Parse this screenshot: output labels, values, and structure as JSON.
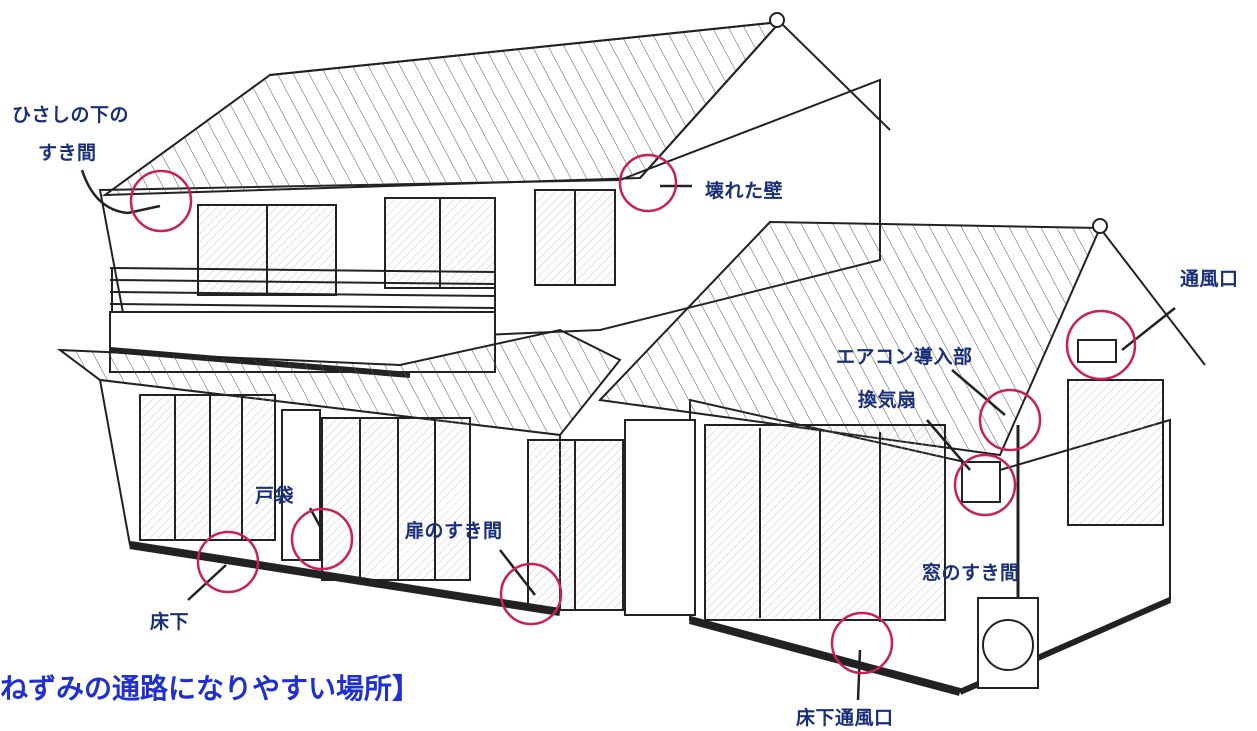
{
  "title": "ねずみの通路になりやすい場所】",
  "labels": {
    "eaves_line1": "ひさしの下の",
    "eaves_line2": "すき間",
    "broken_wall": "壊れた壁",
    "vent": "通風口",
    "aircon": "エアコン導入部",
    "fan": "換気扇",
    "shutter_box": "戸袋",
    "door_gap": "扉のすき間",
    "window_gap": "窓のすき間",
    "under_floor": "床下",
    "under_floor_vent": "床下通風口"
  },
  "colors": {
    "marker_circle": "#c8205a",
    "label_text": "#1a2f7a",
    "title_text": "#1f2fd0",
    "line_art": "#222222"
  }
}
